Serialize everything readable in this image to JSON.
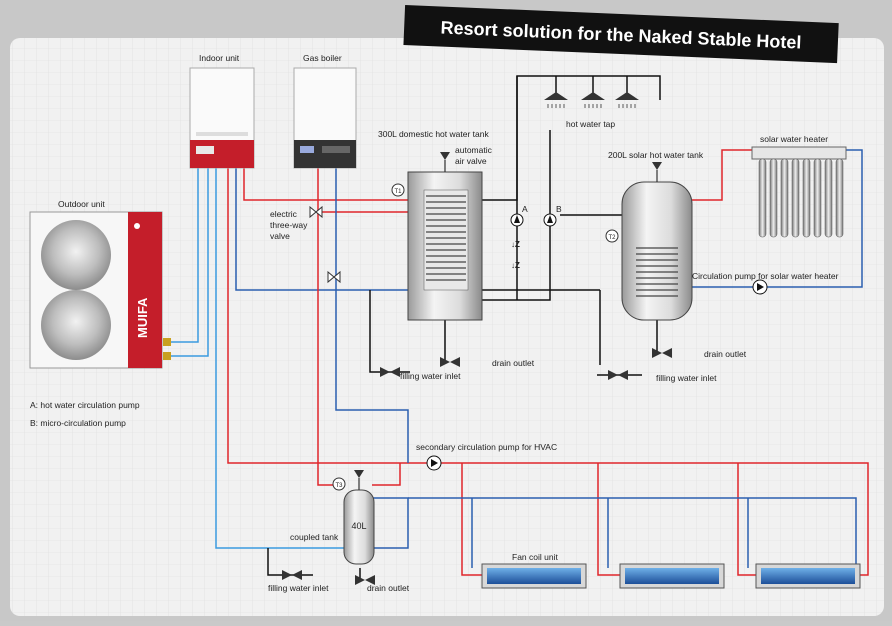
{
  "title": "Resort solution for the Naked Stable Hotel",
  "brand": "MUIFA",
  "labels": {
    "indoor_unit": "Indoor unit",
    "gas_boiler": "Gas boiler",
    "outdoor_unit": "Outdoor unit",
    "domestic_tank": "300L domestic hot water tank",
    "automatic_air_valve": "automatic",
    "automatic_air_valve_2": "air valve",
    "hot_water_tap": "hot water tap",
    "solar_tank": "200L solar hot water tank",
    "solar_heater": "solar water heater",
    "solar_pump": "Circulation pump for solar water heater",
    "electric_valve_1": "electric",
    "electric_valve_2": "three-way",
    "electric_valve_3": "valve",
    "drain_outlet": "drain outlet",
    "filling_water_inlet": "filling water inlet",
    "secondary_pump": "secondary circulation pump for HVAC",
    "coupled_tank": "coupled tank",
    "coupled_tank_volume": "40L",
    "fan_coil_unit": "Fan coil unit",
    "pump_a": "A",
    "pump_b": "B",
    "sensor_t1": "T1",
    "sensor_t2": "T2",
    "sensor_t3": "T3"
  },
  "legend": [
    "A: hot water circulation pump",
    "B: micro-circulation pump"
  ],
  "colors": {
    "hot_pipe": "#e0262b",
    "cold_pipe": "#2b5fb0",
    "light_blue_pipe": "#3a9be0",
    "unit_red": "#c41e2a",
    "banner": "#111111"
  }
}
